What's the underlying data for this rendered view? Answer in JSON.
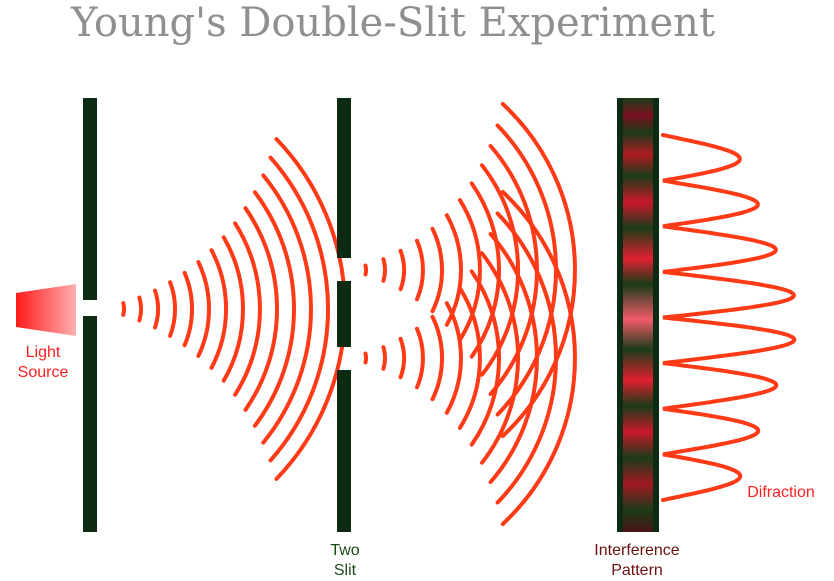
{
  "title": "Young's Double-Slit Experiment",
  "labels": {
    "light_source": [
      "Light",
      "Source"
    ],
    "two_slit": [
      "Two",
      "Slit"
    ],
    "interference_pattern": [
      "Interference",
      "Pattern"
    ],
    "diffraction": "Difraction"
  },
  "colors": {
    "wave": "#ff3a17",
    "barrier": "#0d2a12",
    "title": "#8f8f8f",
    "label_red": "#ff2020",
    "label_dark_green": "#1d4a1a",
    "label_dark_red": "#6b1010"
  },
  "icons": {
    "light_source": "red-trapezoid-lamp-icon"
  }
}
